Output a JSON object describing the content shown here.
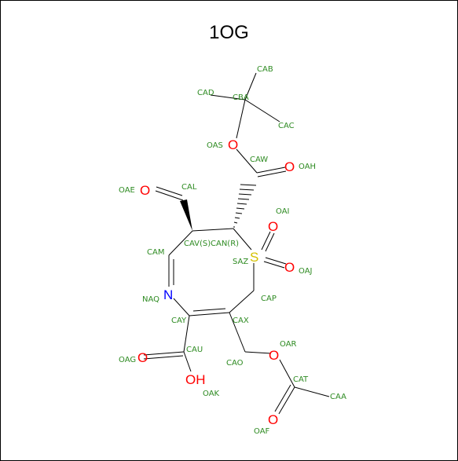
{
  "title": "1OG",
  "colors": {
    "carbon_label": "#2e8b22",
    "oxygen": "#ff0000",
    "nitrogen": "#0000ff",
    "sulfur": "#d4c000",
    "bond": "#000000"
  },
  "heteroatoms": {
    "O": "O",
    "N": "N",
    "S": "S",
    "OH": "OH"
  },
  "atoms": [
    {
      "id": "CAB",
      "label": "CAB"
    },
    {
      "id": "CAD",
      "label": "CAD"
    },
    {
      "id": "CBA",
      "label": "CBA"
    },
    {
      "id": "CAC",
      "label": "CAC"
    },
    {
      "id": "OAS",
      "label": "OAS"
    },
    {
      "id": "CAW",
      "label": "CAW"
    },
    {
      "id": "OAH",
      "label": "OAH"
    },
    {
      "id": "OAE",
      "label": "OAE"
    },
    {
      "id": "CAL",
      "label": "CAL"
    },
    {
      "id": "OAI",
      "label": "OAI"
    },
    {
      "id": "CAV",
      "label": "CAV(S)"
    },
    {
      "id": "CAN",
      "label": "CAN(R)"
    },
    {
      "id": "CAM",
      "label": "CAM"
    },
    {
      "id": "SAZ",
      "label": "SAZ"
    },
    {
      "id": "OAJ",
      "label": "OAJ"
    },
    {
      "id": "NAQ",
      "label": "NAQ"
    },
    {
      "id": "CAP",
      "label": "CAP"
    },
    {
      "id": "CAY",
      "label": "CAY"
    },
    {
      "id": "CAX",
      "label": "CAX"
    },
    {
      "id": "OAR",
      "label": "OAR"
    },
    {
      "id": "OAG",
      "label": "OAG"
    },
    {
      "id": "CAU",
      "label": "CAU"
    },
    {
      "id": "CAO",
      "label": "CAO"
    },
    {
      "id": "CAT",
      "label": "CAT"
    },
    {
      "id": "OAK",
      "label": "OAK"
    },
    {
      "id": "CAA",
      "label": "CAA"
    },
    {
      "id": "OAF",
      "label": "OAF"
    }
  ]
}
